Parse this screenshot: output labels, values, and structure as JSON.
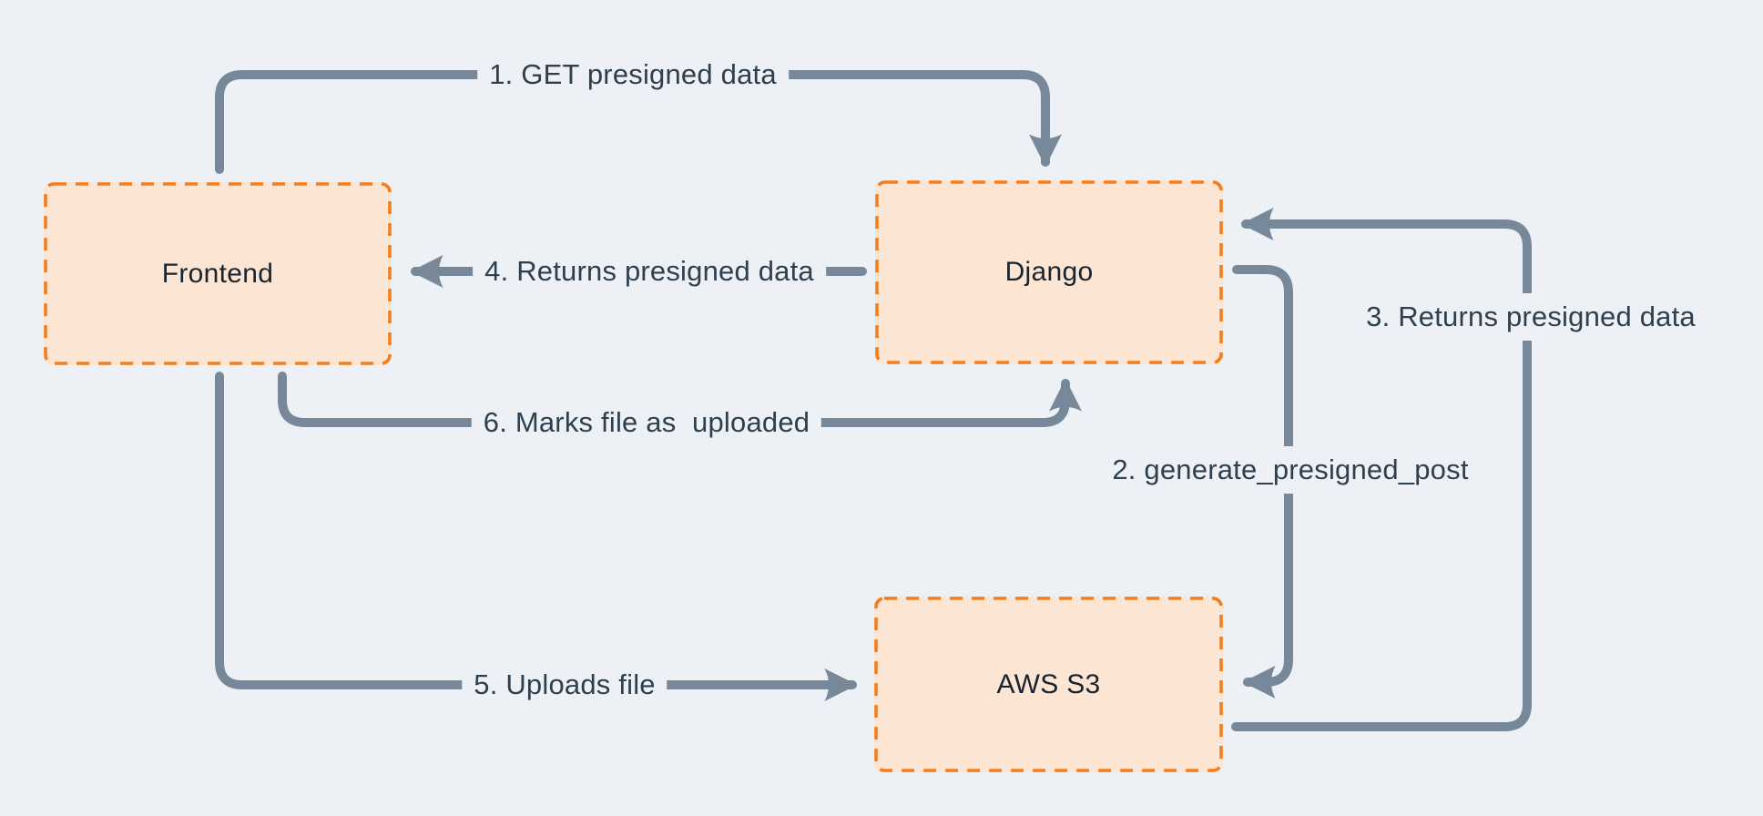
{
  "diagram": {
    "description": "Presigned S3 upload flow diagram",
    "colors": {
      "background": "#edf1f5",
      "node_fill": "#fce5d3",
      "node_border": "#f47d1e",
      "arrow": "#76889a",
      "node_text": "#18242f",
      "label_text": "#2e3f4f"
    },
    "nodes": {
      "frontend": {
        "label": "Frontend"
      },
      "django": {
        "label": "Django"
      },
      "aws_s3": {
        "label": "AWS S3"
      }
    },
    "edges": {
      "e1": {
        "label": "1. GET presigned data",
        "from": "Frontend",
        "to": "Django"
      },
      "e2": {
        "label": "2. generate_presigned_post",
        "from": "Django",
        "to": "AWS S3"
      },
      "e3": {
        "label": "3. Returns presigned data",
        "from": "AWS S3",
        "to": "Django"
      },
      "e4": {
        "label": "4. Returns presigned data",
        "from": "Django",
        "to": "Frontend"
      },
      "e5": {
        "label": "5. Uploads file",
        "from": "Frontend",
        "to": "AWS S3"
      },
      "e6": {
        "label": "6. Marks file as  uploaded",
        "from": "Frontend",
        "to": "Django"
      }
    }
  }
}
